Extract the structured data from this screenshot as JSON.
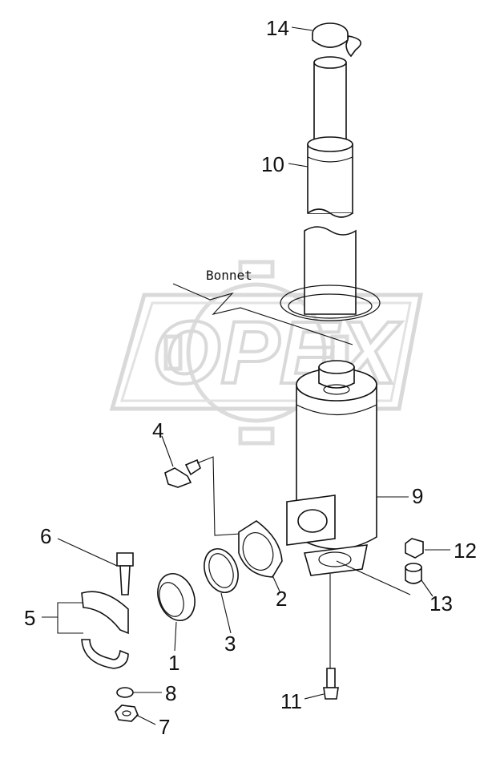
{
  "watermark": {
    "text": "OPEX",
    "color": "#d9d9d9"
  },
  "annotation": {
    "bonnet": "Bonnet"
  },
  "callouts": [
    "1",
    "2",
    "3",
    "4",
    "5",
    "6",
    "7",
    "8",
    "9",
    "10",
    "11",
    "12",
    "13",
    "14"
  ]
}
